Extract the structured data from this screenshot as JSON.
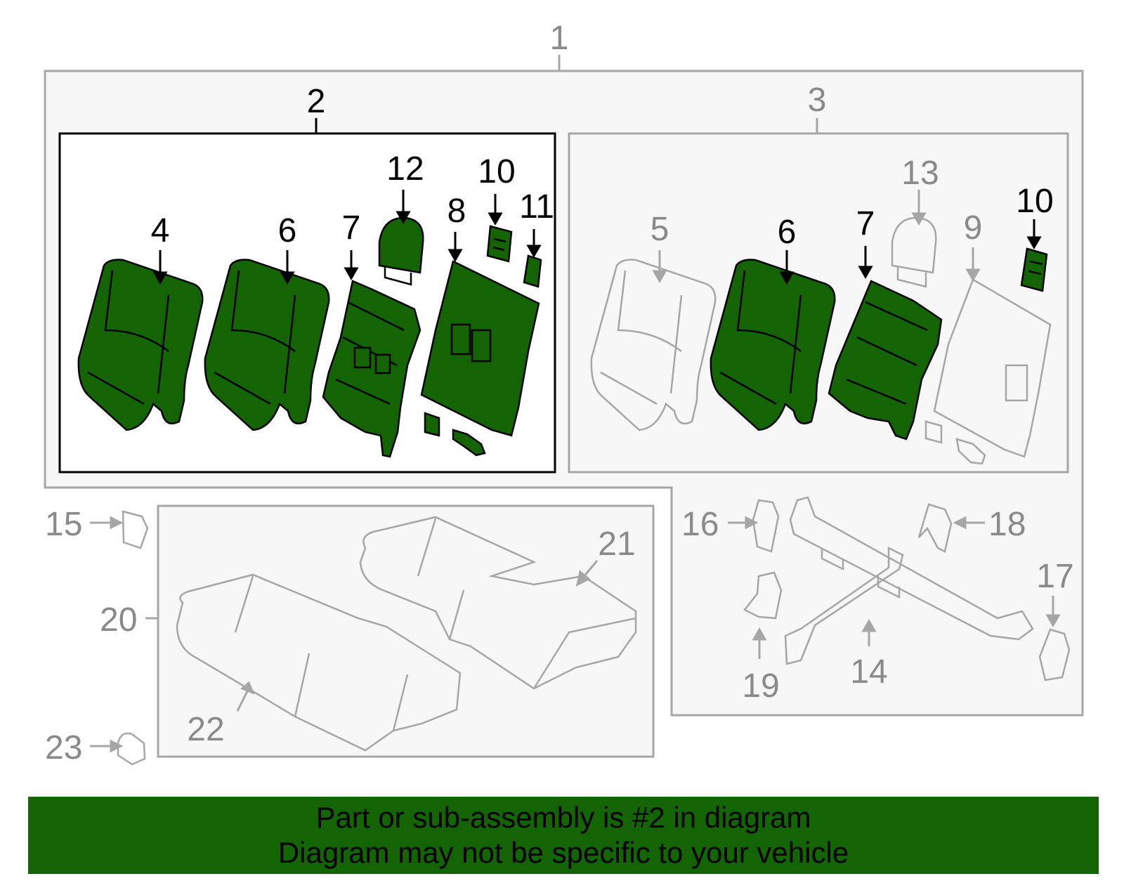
{
  "diagram": {
    "labels": {
      "l1": "1",
      "l2": "2",
      "l3": "3",
      "l4": "4",
      "l5": "5",
      "l6a": "6",
      "l6b": "6",
      "l7a": "7",
      "l7b": "7",
      "l8": "8",
      "l9": "9",
      "l10a": "10",
      "l10b": "10",
      "l11": "11",
      "l12": "12",
      "l13": "13",
      "l14": "14",
      "l15": "15",
      "l16": "16",
      "l17": "17",
      "l18": "18",
      "l19": "19",
      "l20": "20",
      "l21": "21",
      "l22": "22",
      "l23": "23"
    },
    "highlighted_assembly": "2",
    "colors": {
      "highlight_fill": "#146404",
      "highlight_stroke": "#000000",
      "inactive_stroke": "#a6a6a6",
      "frame_fill": "#f7f7f7",
      "banner_bg": "#146404"
    }
  },
  "banner": {
    "line1": "Part or sub-assembly is #2 in diagram",
    "line2": "Diagram may not be specific to your vehicle"
  }
}
